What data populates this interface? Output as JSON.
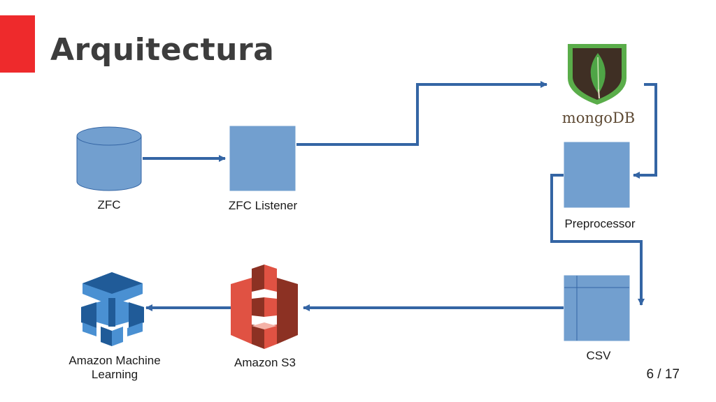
{
  "slide": {
    "title": "Arquitectura",
    "page_number": "6 / 17",
    "accent_color": "#ee2a2c"
  },
  "diagram": {
    "nodes": [
      {
        "id": "zfc",
        "label": "ZFC",
        "shape": "cylinder"
      },
      {
        "id": "zfc-listener",
        "label": "ZFC Listener",
        "shape": "box"
      },
      {
        "id": "mongodb",
        "label": "",
        "shape": "mongodb-logo",
        "logo_text": "mongoDB"
      },
      {
        "id": "preprocessor",
        "label": "Preprocessor",
        "shape": "box"
      },
      {
        "id": "csv",
        "label": "CSV",
        "shape": "table-box"
      },
      {
        "id": "amazon-s3",
        "label": "Amazon S3",
        "shape": "s3-icon"
      },
      {
        "id": "amazon-ml",
        "label_line1": "Amazon Machine",
        "label_line2": "Learning",
        "shape": "ml-icon"
      }
    ],
    "edges": [
      {
        "from": "zfc",
        "to": "zfc-listener"
      },
      {
        "from": "zfc-listener",
        "to": "mongodb"
      },
      {
        "from": "mongodb",
        "to": "preprocessor"
      },
      {
        "from": "preprocessor",
        "to": "csv"
      },
      {
        "from": "csv",
        "to": "amazon-s3"
      },
      {
        "from": "amazon-s3",
        "to": "amazon-ml"
      }
    ],
    "colors": {
      "node_fill": "#729fcf",
      "node_stroke": "#3465a4",
      "connector": "#3465a4",
      "mongo_leaf": "#4fa546",
      "mongo_body": "#3f2f24",
      "mongo_text": "#5e4a34",
      "s3_red": "#e05243",
      "s3_dark": "#8c3123",
      "ml_blue": "#4a90d2",
      "ml_dark": "#205b98"
    }
  }
}
